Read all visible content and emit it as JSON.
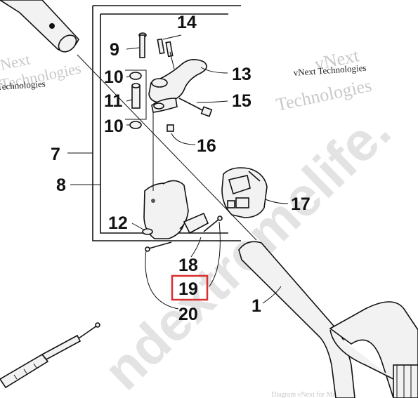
{
  "watermarks": {
    "brand_top": "vNext Technologies",
    "brand_left_a": "Next",
    "brand_left_b": "Technologies",
    "brand_right_a": "vNext",
    "brand_right_b": "Technologies",
    "diagonal": "ndextremelife.",
    "bottom": "Diagram vNext for Model"
  },
  "callouts": {
    "c1": "1",
    "c7": "7",
    "c8": "8",
    "c9": "9",
    "c10a": "10",
    "c10b": "10",
    "c11": "11",
    "c12": "12",
    "c13": "13",
    "c14": "14",
    "c15": "15",
    "c16": "16",
    "c17": "17",
    "c18": "18",
    "c19": "19",
    "c20": "20"
  },
  "highlight": {
    "label": "19",
    "color": "#d93030"
  }
}
